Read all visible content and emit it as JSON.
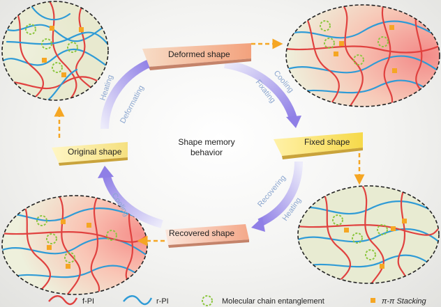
{
  "center_title": [
    "Shape memory",
    "behavior"
  ],
  "shapes": {
    "deformed": "Deformed shape",
    "fixed": "Fixed shape",
    "recovered": "Recovered shape",
    "original": "Original shape"
  },
  "cycle_steps": {
    "heating_top": "Heating",
    "deformating": "Deformating",
    "cooling_top": "Cooling",
    "fixating": "Fixating",
    "recovering": "Recovering",
    "heating_bottom": "Heating",
    "cooling_bottom": "Cooling"
  },
  "legend": {
    "fpi": "f-PI",
    "rpi": "r-PI",
    "entanglement": "Molecular chain entanglement",
    "stacking": "π-π Stacking"
  },
  "colors": {
    "fpi": "#e0413f",
    "rpi": "#2f9bd6",
    "entanglement": "#8cc63f",
    "stacking": "#f5a623",
    "arrow_purple": "#8f7fe6",
    "arrow_orange": "#f5a623",
    "text_blue": "#8ba6cf"
  }
}
